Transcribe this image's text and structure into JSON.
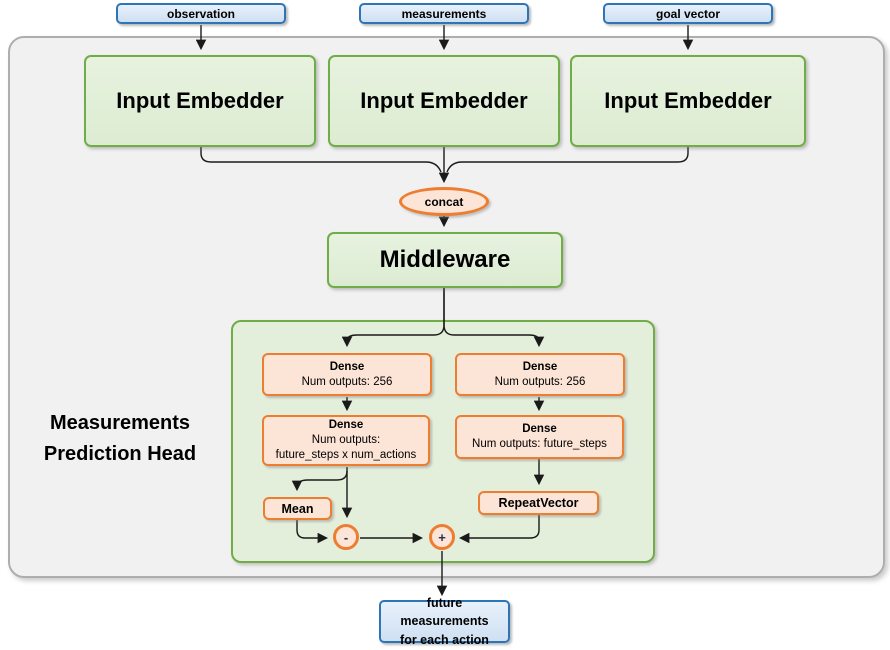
{
  "inputs": [
    {
      "label": "observation"
    },
    {
      "label": "measurements"
    },
    {
      "label": "goal vector"
    }
  ],
  "embedders": [
    {
      "label": "Input Embedder"
    },
    {
      "label": "Input Embedder"
    },
    {
      "label": "Input Embedder"
    }
  ],
  "concat": {
    "label": "concat"
  },
  "middleware": {
    "label": "Middleware"
  },
  "head": {
    "title": "Measurements Prediction Head",
    "dense_action_1": {
      "title": "Dense",
      "line2": "Num outputs: 256"
    },
    "dense_measure_1": {
      "title": "Dense",
      "line2": "Num outputs: 256"
    },
    "dense_action_2": {
      "title": "Dense",
      "line2": "Num outputs:",
      "line3": "future_steps x num_actions"
    },
    "dense_measure_2": {
      "title": "Dense",
      "line2": "Num outputs: future_steps"
    },
    "mean": {
      "label": "Mean"
    },
    "repeat_vector": {
      "label": "RepeatVector"
    },
    "subtract": {
      "label": "-"
    },
    "add": {
      "label": "+"
    }
  },
  "output": {
    "line1": "future measurements",
    "line2": "for each action"
  },
  "colors": {
    "green_border": "#70ad47",
    "green_fill": "#e2efd9",
    "head_fill": "#e4efdb",
    "orange_border": "#ed7d31",
    "orange_fill": "#fce4d6",
    "blue_border": "#2e75b6",
    "blue_fill": "#d9e7f5",
    "shell_fill": "#f1f1f1",
    "line": "#1a1a1a"
  }
}
